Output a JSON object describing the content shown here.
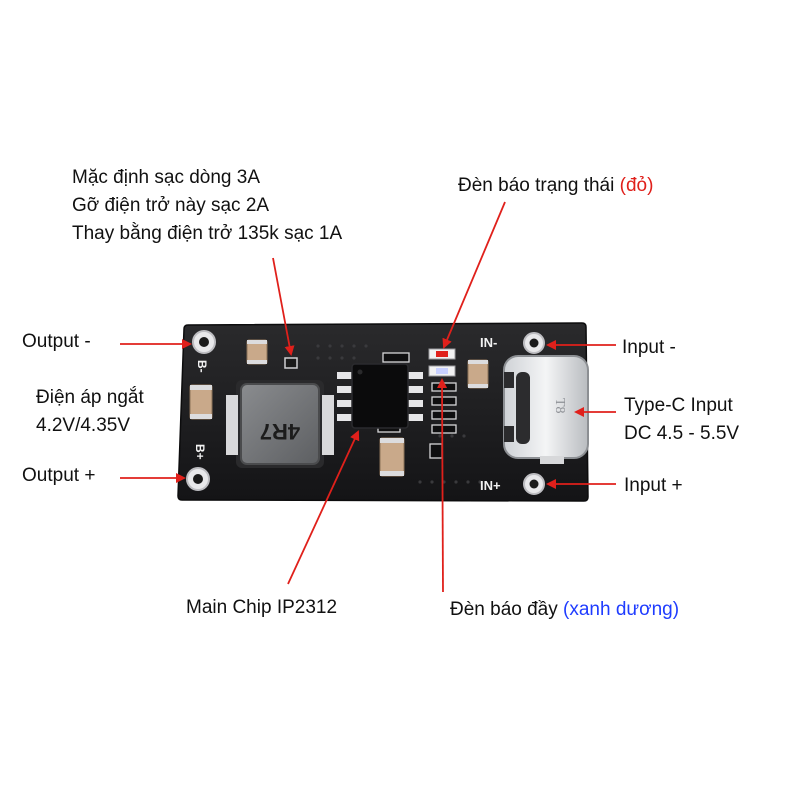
{
  "labels": {
    "current_note": {
      "line1": "Mặc định sạc dòng 3A",
      "line2": "Gỡ điện trở này sạc 2A",
      "line3": "Thay bằng điện trở 135k sạc 1A"
    },
    "status_led": {
      "text": "Đèn báo trạng thái ",
      "highlight": "(đỏ)"
    },
    "full_led": {
      "text": "Đèn báo đầy ",
      "highlight": "(xanh dương)"
    },
    "output_minus": "Output -",
    "output_plus": "Output +",
    "cutoff": {
      "line1": "Điện áp ngắt",
      "line2": "4.2V/4.35V"
    },
    "input_minus": "Input -",
    "input_plus": "Input +",
    "typec": {
      "line1": "Type-C Input",
      "line2": "DC 4.5 - 5.5V"
    },
    "main_chip": "Main Chip IP2312"
  },
  "board": {
    "pad_b_minus": "B-",
    "pad_b_plus": "B+",
    "pad_in_minus": "IN-",
    "pad_in_plus": "IN+",
    "inductor_marking": "4R7",
    "port_marking": "T8"
  },
  "colors": {
    "pcb": "#1b1b1d",
    "arrow": "#e0201b",
    "status_led": "#e0201b",
    "full_led": "#1f3cff"
  }
}
